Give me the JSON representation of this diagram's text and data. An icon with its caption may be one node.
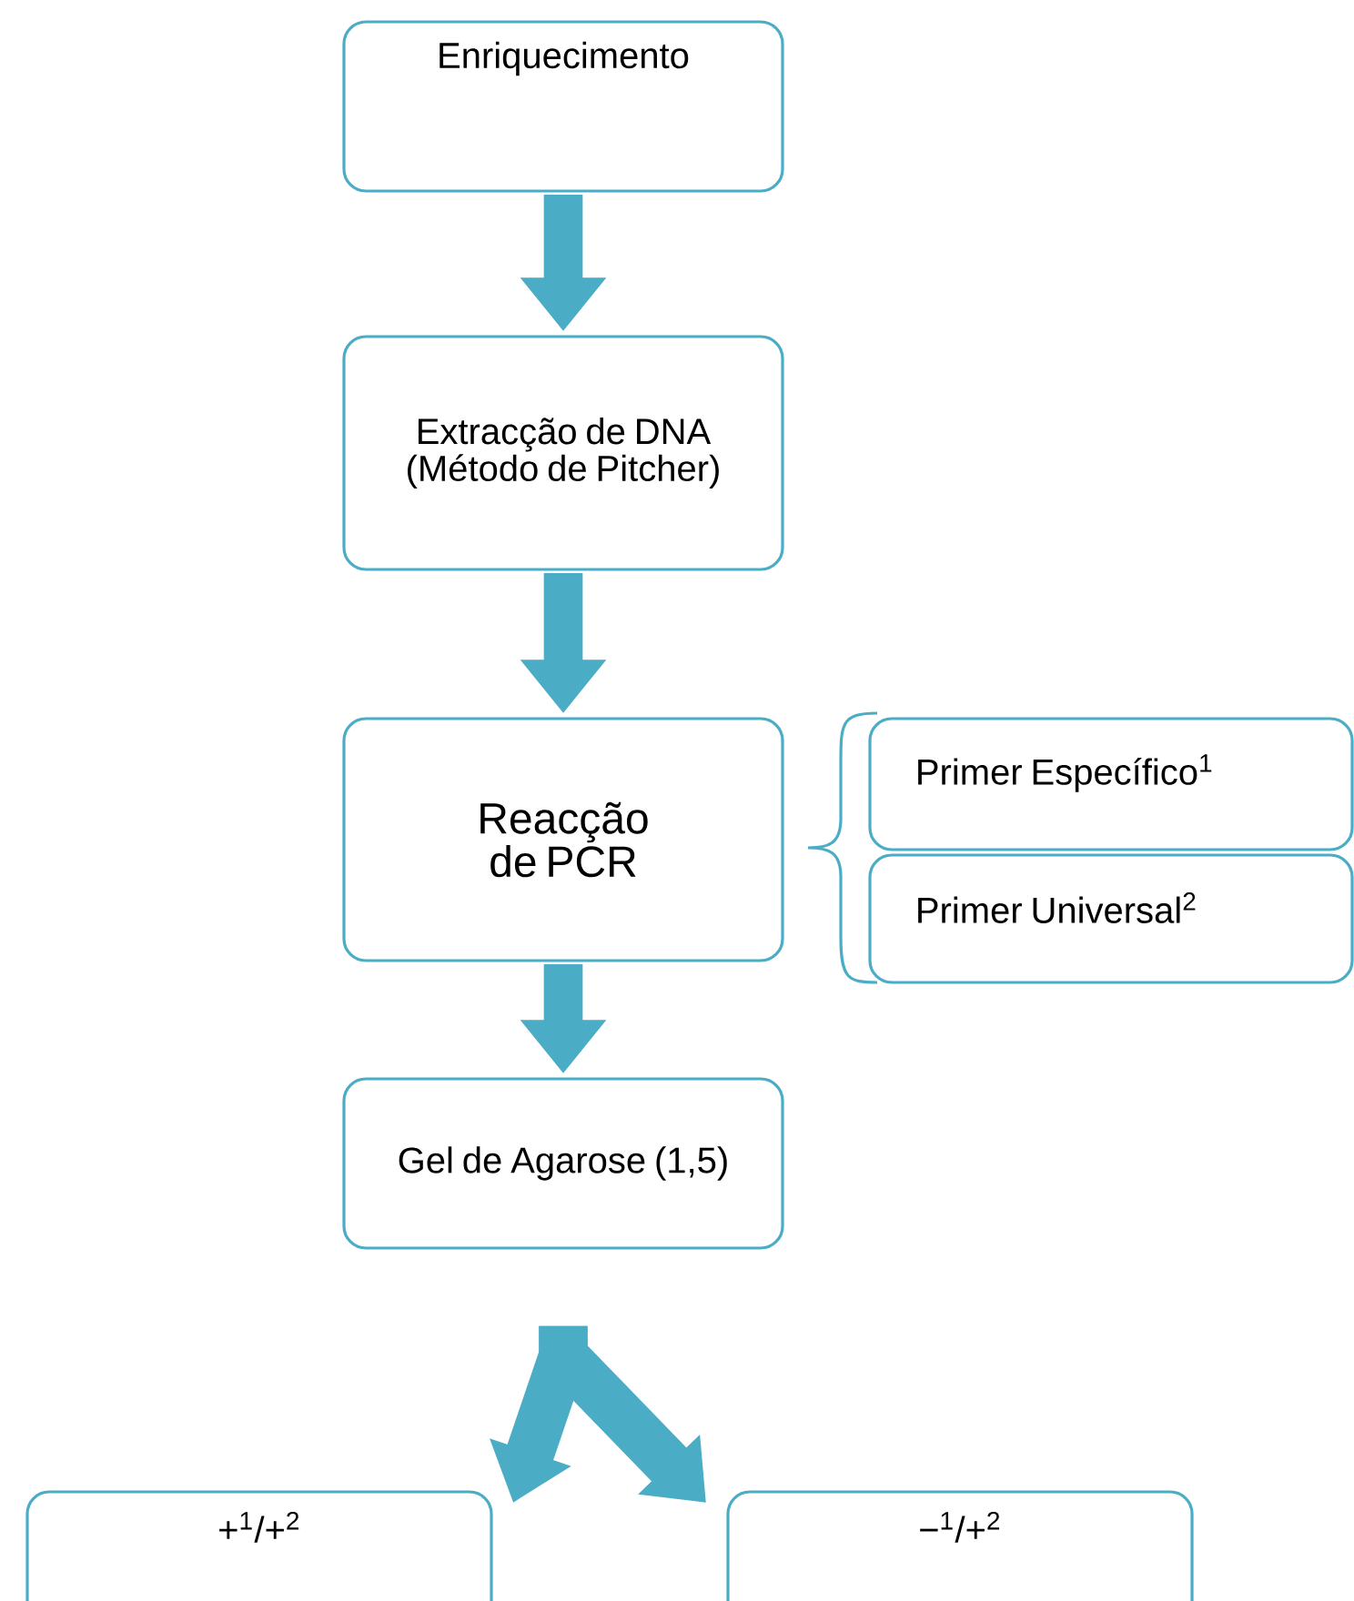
{
  "diagram": {
    "nodes": [
      {
        "text": [
          "Enriquecimento"
        ]
      },
      {
        "text": [
          "Extracção de DNA (Método de Pitcher)"
        ]
      },
      {
        "text": [
          "Reacção de PCR"
        ]
      },
      {
        "text": [
          "Gel de Agarose (1,5)"
        ]
      },
      {
        "text": [
          "Primer Específico$^{1}$"
        ]
      },
      {
        "text": [
          "Primer Universal$^{2}$"
        ]
      },
      {
        "text": [
          "+$^{1}$/+$^{2}$"
        ]
      },
      {
        "text": [
          "−$^{1}$/+$^{2}$"
        ]
      }
    ],
    "edges": [
      {
        "from": 0,
        "to": 1,
        "arrow": "to"
      },
      {
        "from": 1,
        "to": 2,
        "arrow": "to"
      },
      {
        "from": 2,
        "to": 3,
        "arrow": "to"
      },
      {
        "from": 3,
        "to": 6,
        "arrow": "to"
      },
      {
        "from": 3,
        "to": 7,
        "arrow": "to"
      }
    ]
  }
}
